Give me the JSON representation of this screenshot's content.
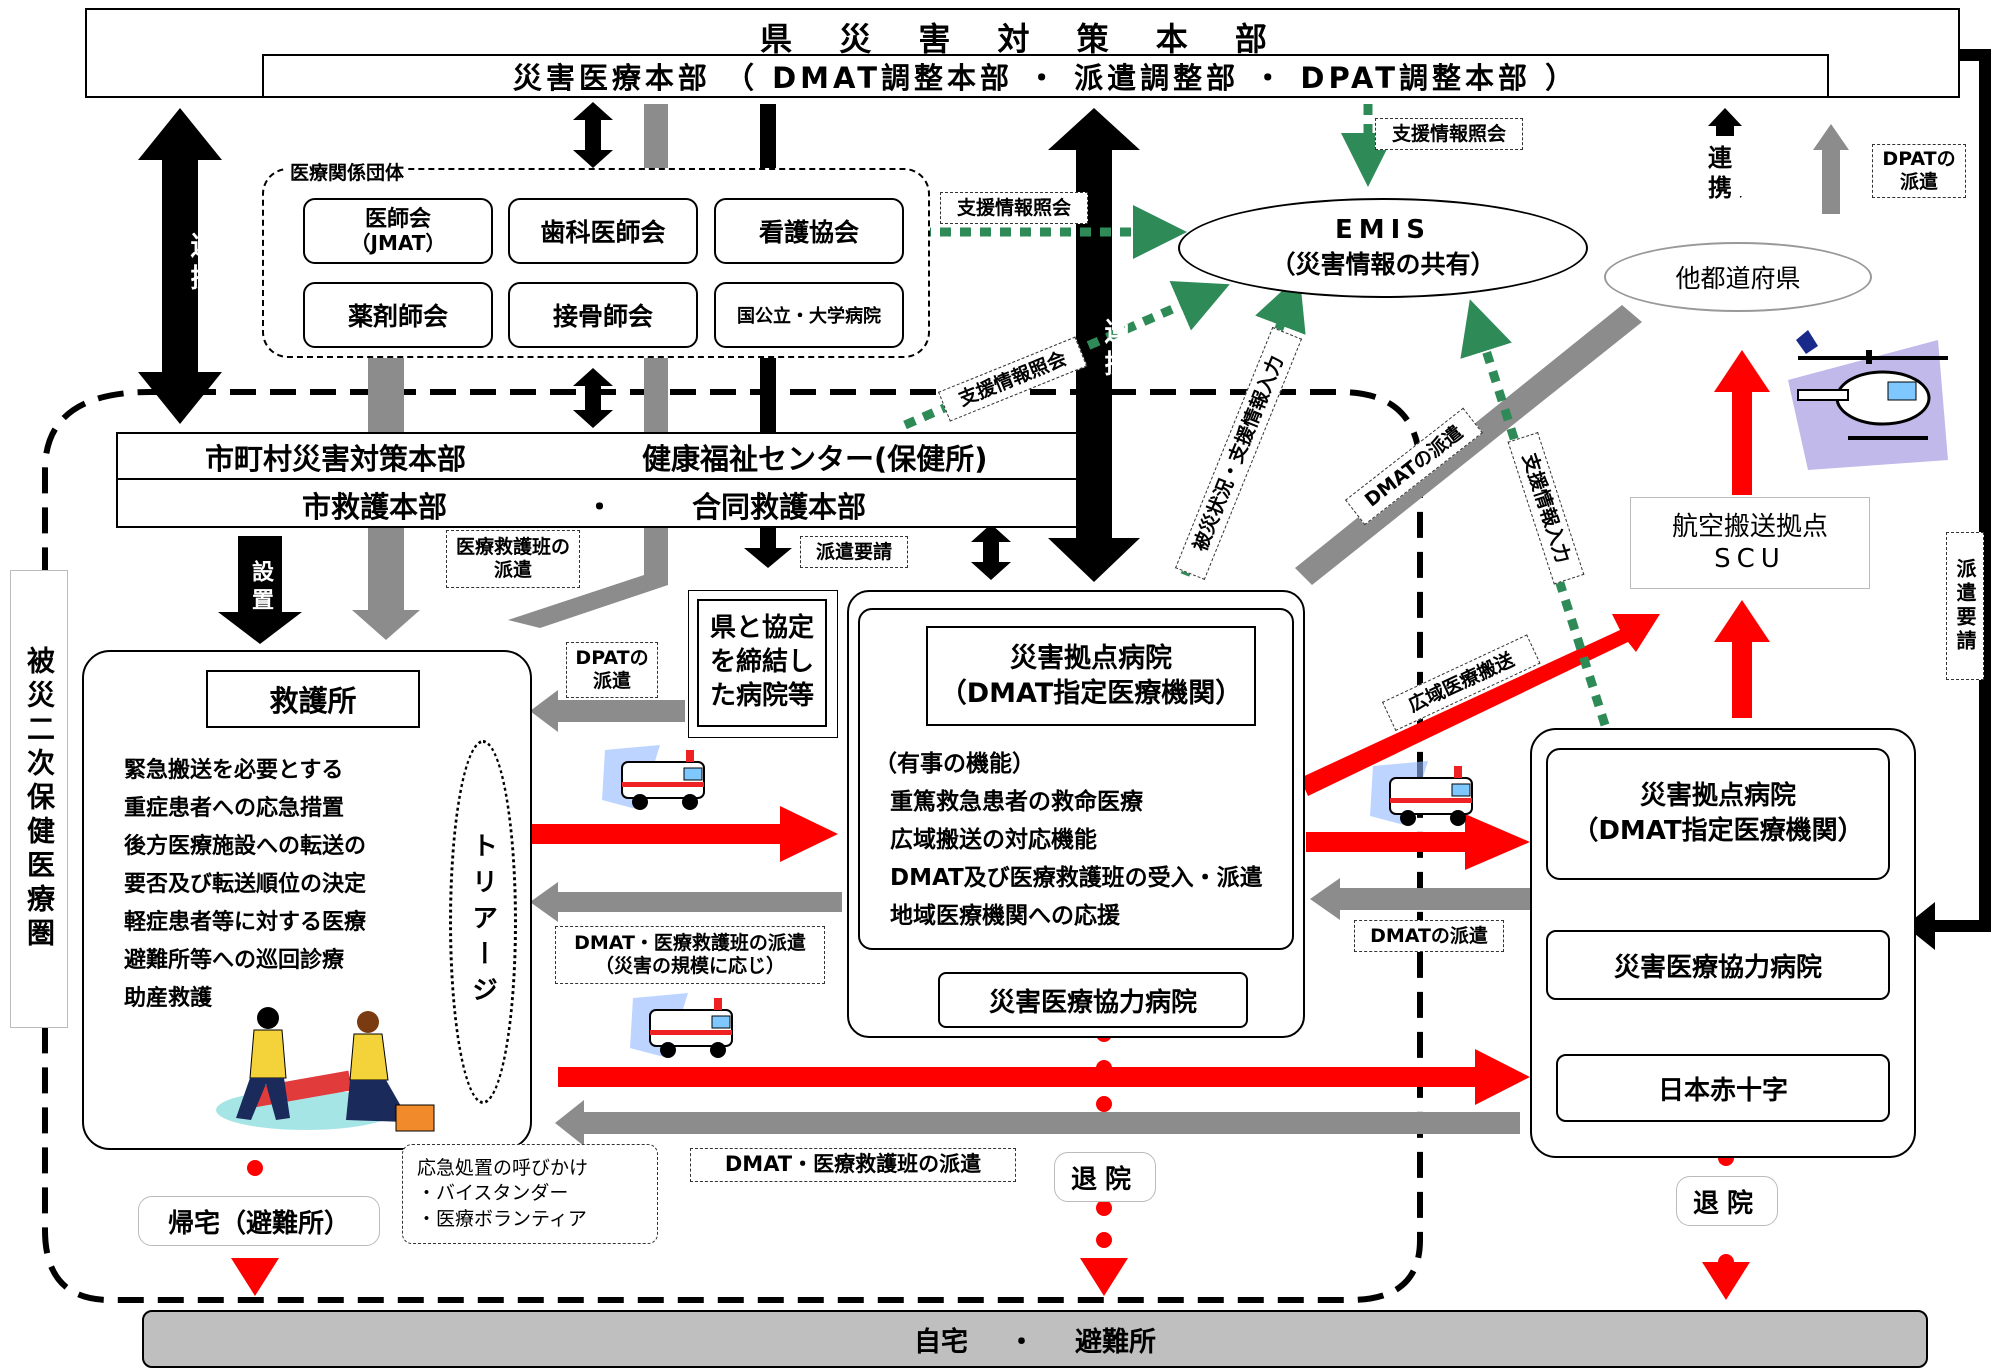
{
  "header": {
    "prefecture_hq": "県 災 害 対 策 本 部",
    "medical_hq": "災害医療本部 （ DMAT調整本部 ・ 派遣調整部 ・ DPAT調整本部 ）"
  },
  "associations": {
    "group_label": "医療関係団体",
    "items": [
      "医師会",
      "（JMAT）",
      "歯科医師会",
      "看護協会",
      "薬剤師会",
      "接骨師会",
      "国公立・大学病院"
    ]
  },
  "emis": {
    "line1": "EMIS",
    "line2": "（災害情報の共有）"
  },
  "other_prefectures": "他都道府県",
  "scu": {
    "line1": "航空搬送拠点",
    "line2": "SCU"
  },
  "municipal": {
    "left": "市町村災害対策本部",
    "right": "健康福祉センター(保健所)",
    "bottom_left": "市救護本部",
    "bottom_sep": "・",
    "bottom_right": "合同救護本部"
  },
  "region_label": "被災二次保健医療圏",
  "first_aid": {
    "title": "救護所",
    "functions": [
      "緊急搬送を必要とする",
      "重症患者への応急措置",
      "後方医療施設への転送の",
      "要否及び転送順位の決定",
      "軽症患者等に対する医療",
      "避難所等への巡回診療",
      "助産救護"
    ],
    "triage": "トリアージ"
  },
  "agreement_hospital": "県と協定を締結した病院等",
  "base_hospital_local": {
    "title1": "災害拠点病院",
    "title2": "（DMAT指定医療機関）",
    "functions_title": "（有事の機能）",
    "functions": [
      "重篤救急患者の救命医療",
      "広域搬送の対応機能",
      "DMAT及び医療救護班の受入・派遣",
      "地域医療機関への応援"
    ],
    "cooperating": "災害医療協力病院"
  },
  "base_hospital_remote": {
    "title1": "災害拠点病院",
    "title2": "（DMAT指定医療機関）",
    "cooperating": "災害医療協力病院",
    "red_cross": "日本赤十字"
  },
  "labels": {
    "renkei": "連携",
    "setchi": "設置",
    "shien_shokai": "支援情報照会",
    "iryo_kyugohan": "医療救護班の派遣",
    "haken_yosei": "派遣要請",
    "dpat_haken": "DPATの派遣",
    "dmat_kyugo_haken": "DMAT・医療救護班の派遣",
    "scale_note": "（災害の規模に応じ）",
    "dmat_haken": "DMATの派遣",
    "higai_input": "被災状況・支援情報入力",
    "shien_input": "支援情報入力",
    "koiki_hanso": "広域医療搬送",
    "haken_yosei_vertical": "派遣要請",
    "first_aid_call": "応急処置の呼びかけ",
    "bystander": "・バイスタンダー",
    "volunteer": "・医療ボランティア",
    "kitaku": "帰宅（避難所）",
    "taiin": "退院"
  },
  "footer": {
    "home": "自宅",
    "sep": "・",
    "shelter": "避難所"
  },
  "icons": [
    "ambulance-icon",
    "helicopter-icon",
    "rescuers-icon"
  ],
  "colors": {
    "red_arrow": "#ff0000",
    "gray_arrow": "#8c8c8c",
    "green_dotted": "#2e8b57",
    "footer_bg": "#bfbfbf"
  }
}
